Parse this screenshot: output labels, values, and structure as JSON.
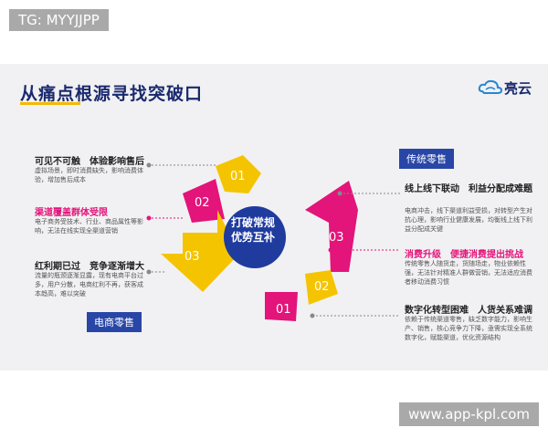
{
  "watermark_top": "TG: MYYJJPP",
  "watermark_bottom": "www.app-kpl.com",
  "title": "从痛点根源寻找突破口",
  "logo_text": "亮云",
  "center": {
    "line1": "打破常规",
    "line2": "优势互补"
  },
  "left": [
    {
      "heading": "可见不可触　体验影响售后",
      "desc": "虚拟场景，即时消费缺失，影响消费体验，增加售后成本"
    },
    {
      "heading": "渠道覆盖群体受限",
      "desc": "电子商务受技术、行业、商品属性等影响，无法在线实现全渠道营销"
    },
    {
      "heading": "红利期已过　竞争逐渐增大",
      "desc": "流量的瓶颈逐渐显露，现有电商平台过多，用户分散，电商红利不再，获客成本趋高，难以突破"
    }
  ],
  "right": [
    {
      "heading": "线上线下联动　利益分配成难题",
      "desc": "电商冲击，线下渠道利益受损，对转型产生对抗心理，影响行业健康发展，均衡线上线下利益分配成关键"
    },
    {
      "heading": "消费升级　便捷消费提出挑战",
      "desc": "传统零售人随货走，货随场走，物业依赖性强，无法针对精准人群做营销，无法适应消费者移动消费习惯"
    },
    {
      "heading": "数字化转型困难　人货关系难调",
      "desc": "依赖于传统渠道零售，缺乏数字能力，影响生产、销售，核心竞争力下降，亟需实现全系统数字化，赋能渠道，优化资源结构"
    }
  ],
  "tags": {
    "left": "电商零售",
    "right": "传统零售"
  },
  "numbers": [
    "01",
    "02",
    "03",
    "01",
    "02",
    "03"
  ],
  "colors": {
    "yellow": "#f5c400",
    "pink": "#e3147a",
    "navy": "#1f3b9e"
  }
}
